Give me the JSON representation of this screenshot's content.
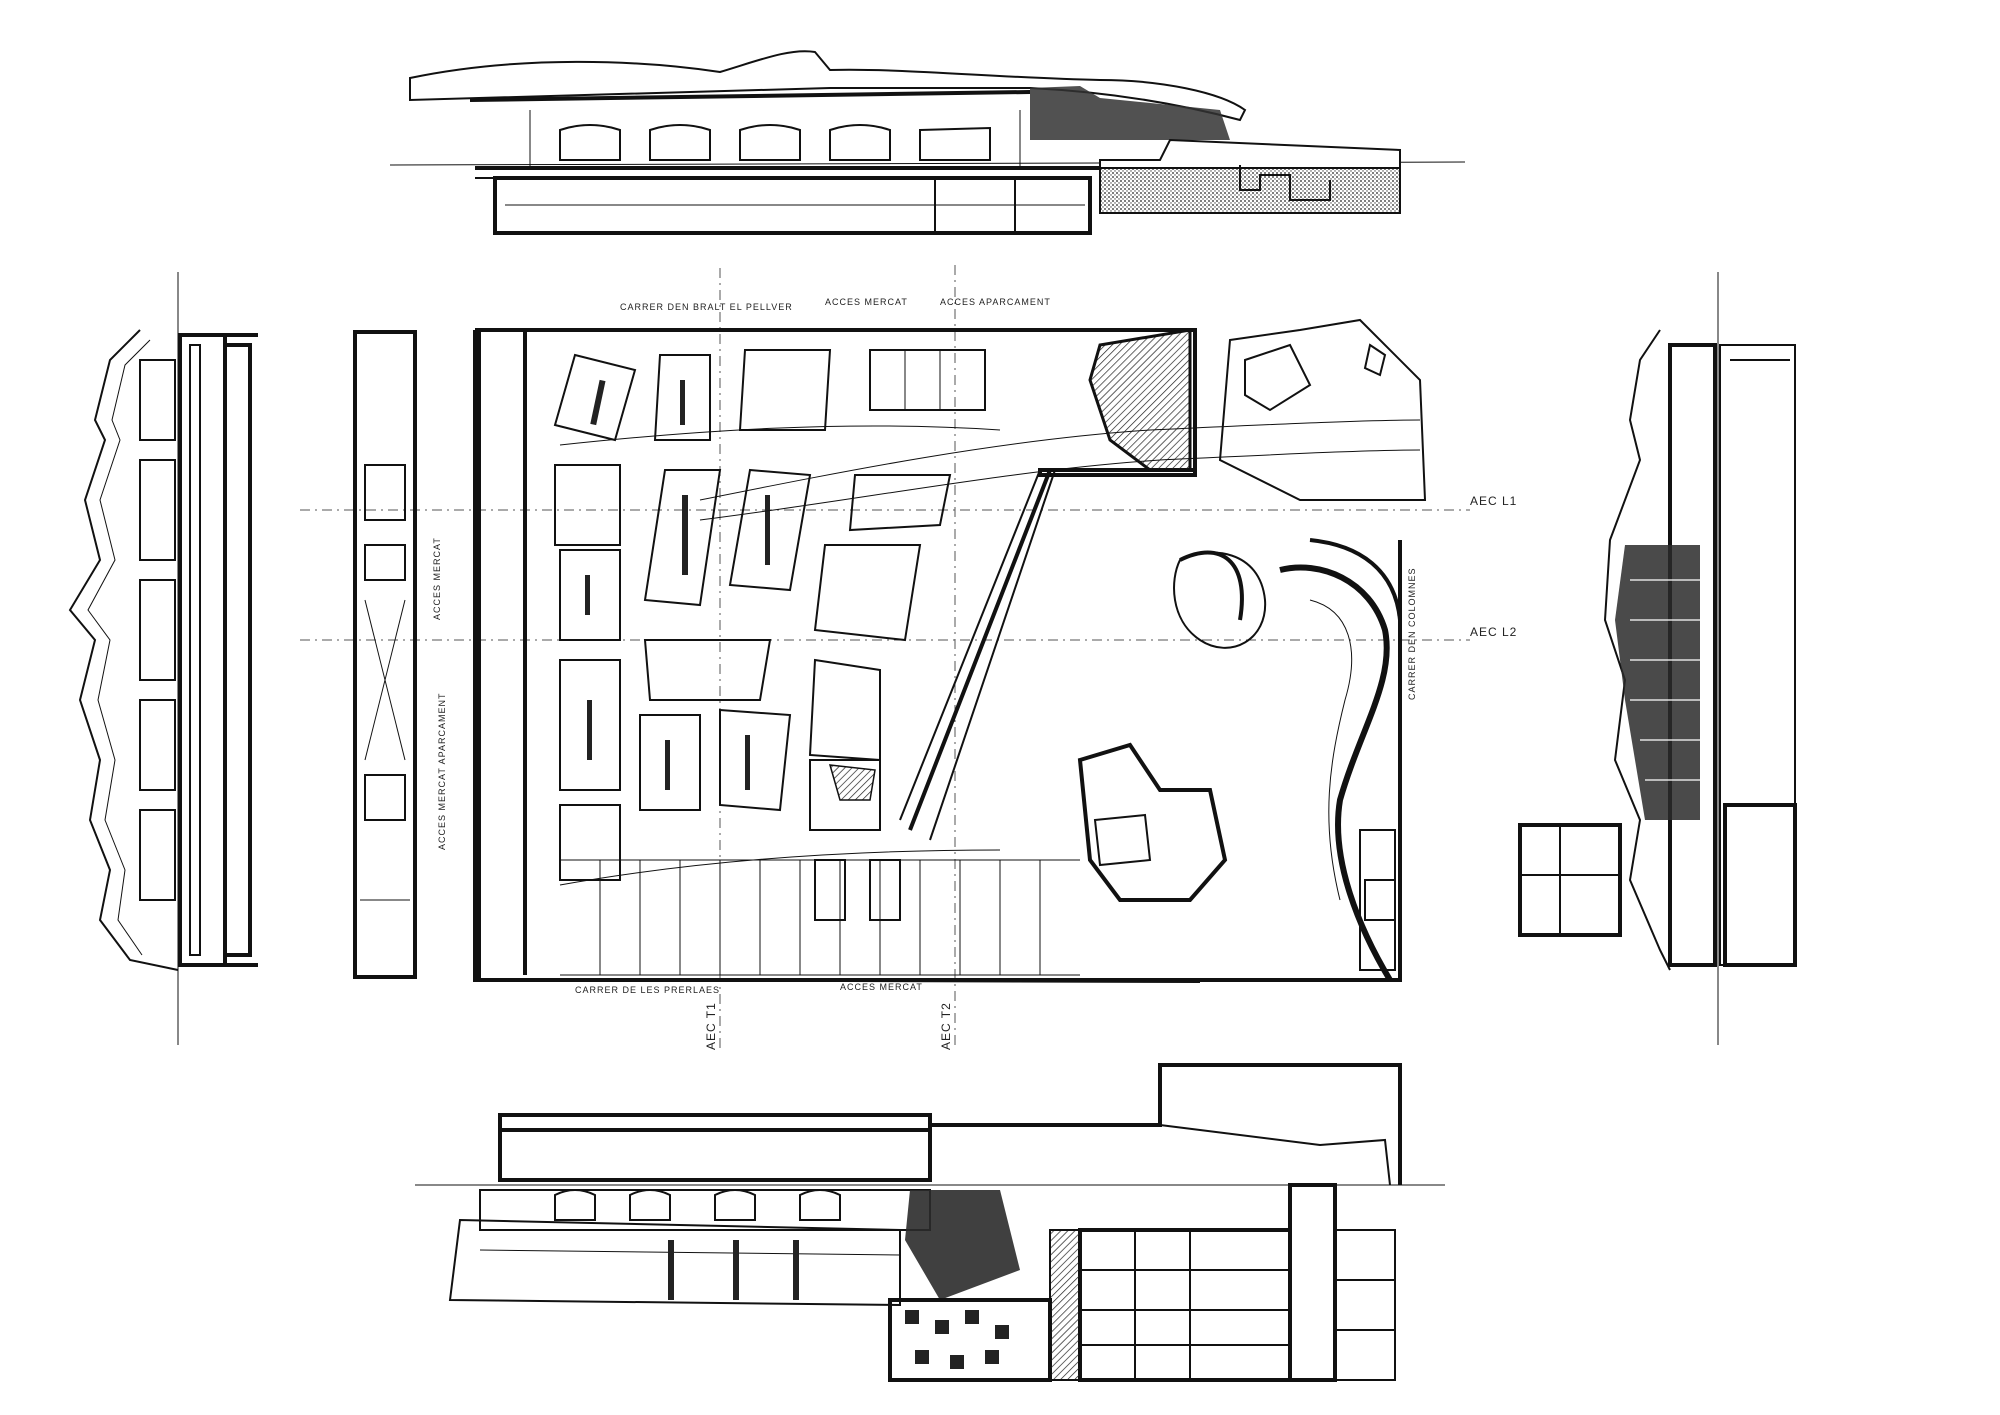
{
  "plan": {
    "street_top": "CARRER DEN BRALT EL PELLVER",
    "street_bottom": "CARRER DE LES PRERLAES",
    "street_right": "CARRER DEN COLOMNES",
    "access_top_1": "ACCES MERCAT",
    "access_top_2": "ACCES APARCAMENT",
    "access_left": "ACCES MERCAT",
    "access_left_2": "ACCES MERCAT APARCAMENT",
    "access_bottom": "ACCES MERCAT",
    "section_l1": "AEC L1",
    "section_l2": "AEC L2",
    "section_t1": "AEC T1",
    "section_t2": "AEC T2"
  },
  "drawing": {
    "line_color": "#111111",
    "background": "#ffffff"
  }
}
